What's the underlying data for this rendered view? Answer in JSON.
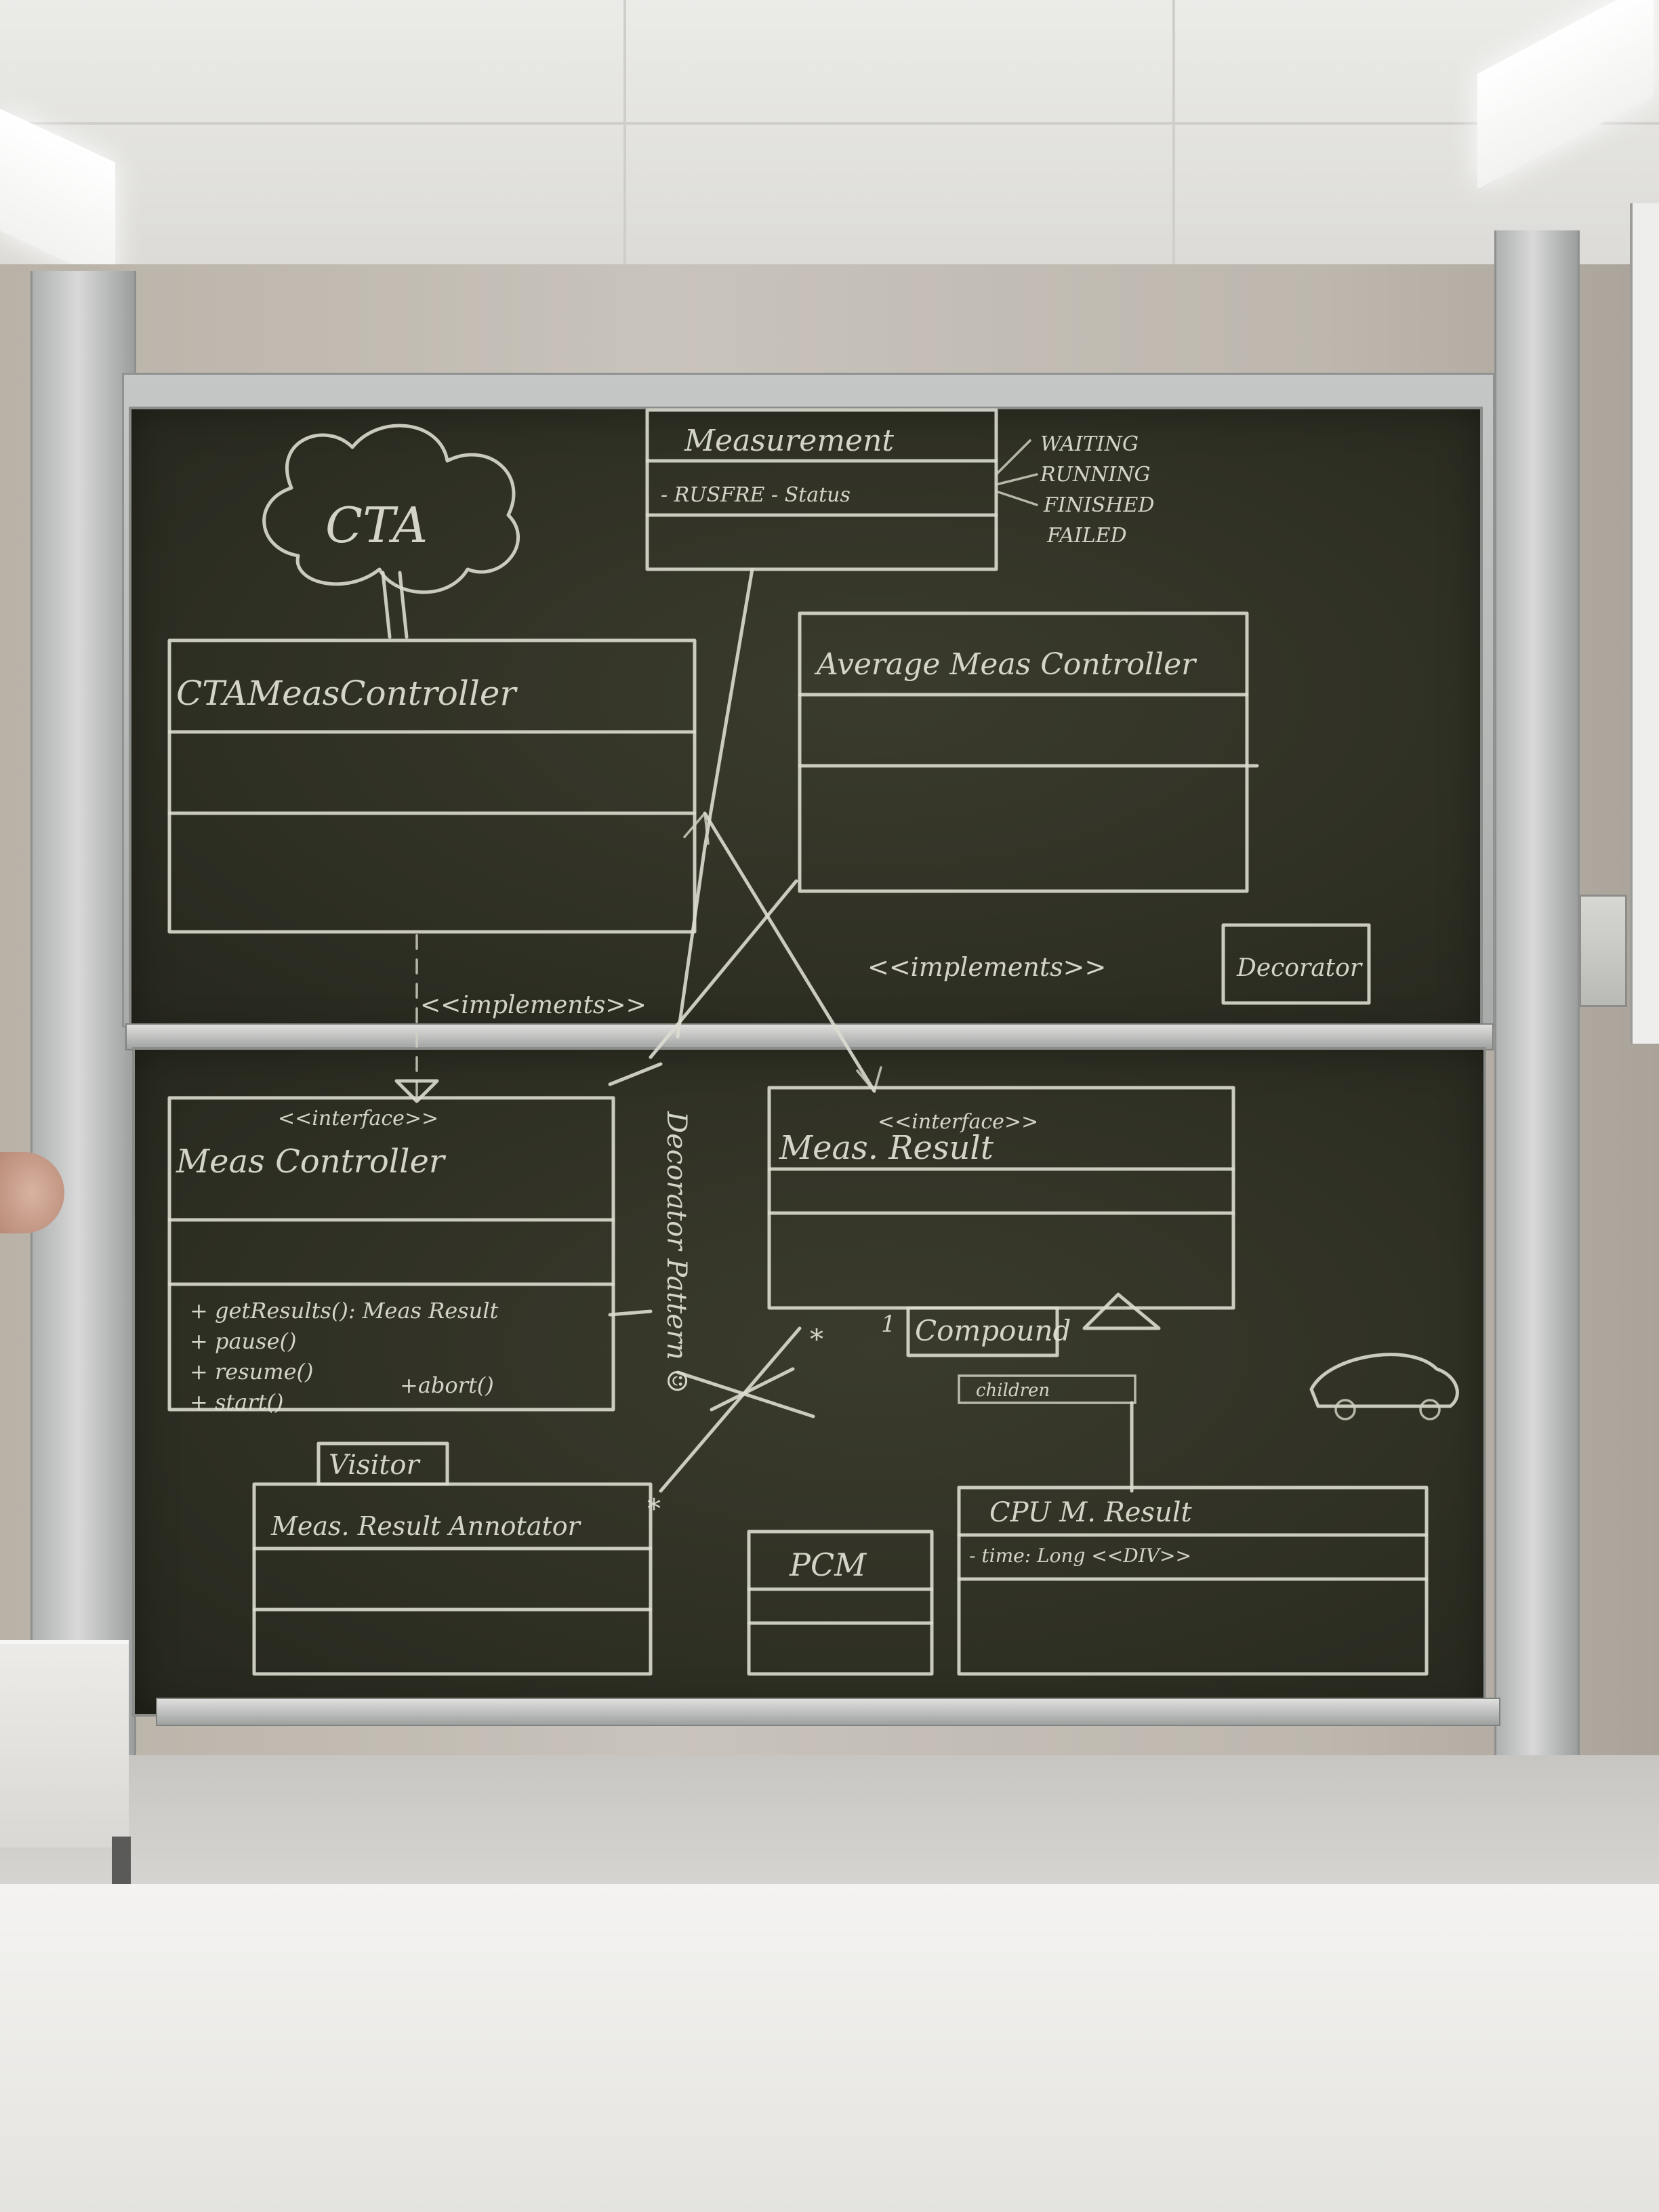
{
  "upper_board": {
    "cloud_label": "CTA",
    "measurement": {
      "title": "Measurement",
      "attribute": "- RUSFRE - Status",
      "states": [
        "WAITING",
        "RUNNING",
        "FINISHED",
        "FAILED"
      ]
    },
    "cta_controller": {
      "title": "CTAMeasController"
    },
    "average_controller": {
      "title": "Average Meas Controller"
    },
    "implements_left": "<<implements>>",
    "implements_right": "<<implements>>",
    "decorator_box": "Decorator"
  },
  "lower_board": {
    "meas_controller": {
      "stereotype": "<<interface>>",
      "title": "Meas Controller",
      "methods": [
        "+ getResults(): Meas Result",
        "+ pause()",
        "+ resume()",
        "+ start()"
      ],
      "extra_method": "+abort()"
    },
    "decorator_pattern": "Decorator Pattern ☺",
    "meas_result": {
      "stereotype": "<<interface>>",
      "title": "Meas. Result"
    },
    "compound": "Compound",
    "children": "children",
    "visitor": "Visitor",
    "annotator": {
      "title": "Meas. Result Annotator"
    },
    "pcm": "PCM",
    "cpu_result": {
      "title": "CPU M. Result",
      "attribute": "- time: Long <<DIV>>"
    },
    "multiplicity_star": "*",
    "multiplicity_one": "1",
    "multiplicity_star2": "*"
  }
}
